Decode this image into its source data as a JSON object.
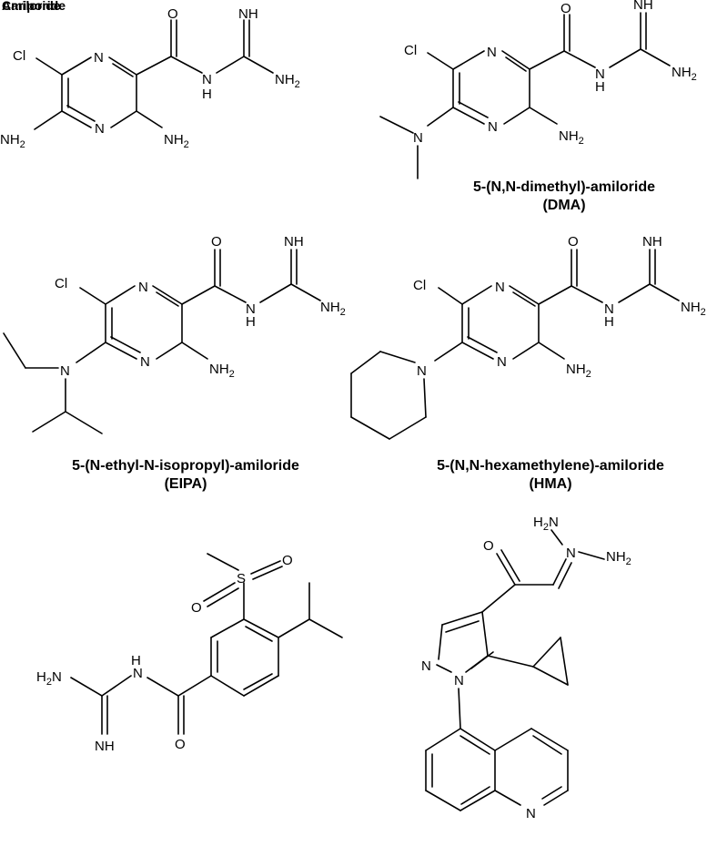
{
  "header_overlap": [
    "Amiloride",
    "Cariporide"
  ],
  "compounds": [
    {
      "id": "amiloride",
      "caption_lines": []
    },
    {
      "id": "dma",
      "caption_lines": [
        "5-(N,N-dimethyl)-amiloride",
        "(DMA)"
      ]
    },
    {
      "id": "eipa",
      "caption_lines": [
        "5-(N-ethyl-N-isopropyl)-amiloride",
        "(EIPA)"
      ]
    },
    {
      "id": "hma",
      "caption_lines": [
        "5-(N,N-hexamethylene)-amiloride",
        "(HMA)"
      ]
    },
    {
      "id": "cariporide",
      "caption_lines": []
    },
    {
      "id": "pyrazole-hydrazone",
      "caption_lines": []
    }
  ],
  "atom_labels": {
    "N": "N",
    "Cl": "Cl",
    "O": "O",
    "NH": "NH",
    "H": "H",
    "NH2": "NH",
    "sub2": "2",
    "H2N": "H",
    "S": "S"
  }
}
